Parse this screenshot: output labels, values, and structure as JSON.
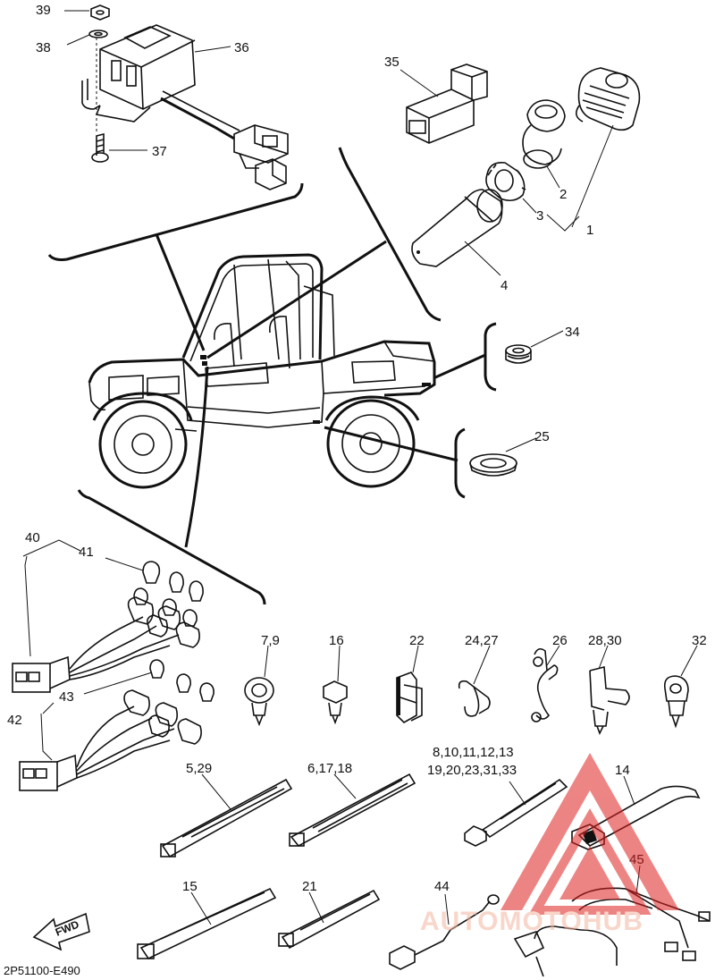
{
  "diagram_code": "2P51100-E490",
  "fwd_label": "FWD",
  "watermark_text": "AUTOMOTOHUB",
  "watermark_color": "#e02020",
  "labels": {
    "p1": "1",
    "p2": "2",
    "p3": "3",
    "p4": "4",
    "p5_29": "5,29",
    "p6_17_18": "6,17,18",
    "p7_9": "7,9",
    "p8_line1": "8,10,11,12,13",
    "p8_line2": "19,20,23,31,33",
    "p14": "14",
    "p15": "15",
    "p16": "16",
    "p21": "21",
    "p22": "22",
    "p24_27": "24,27",
    "p25": "25",
    "p26": "26",
    "p28_30": "28,30",
    "p32": "32",
    "p34": "34",
    "p35": "35",
    "p36": "36",
    "p37": "37",
    "p38": "38",
    "p39": "39",
    "p40": "40",
    "p41": "41",
    "p42": "42",
    "p43": "43",
    "p44": "44",
    "p45": "45"
  }
}
